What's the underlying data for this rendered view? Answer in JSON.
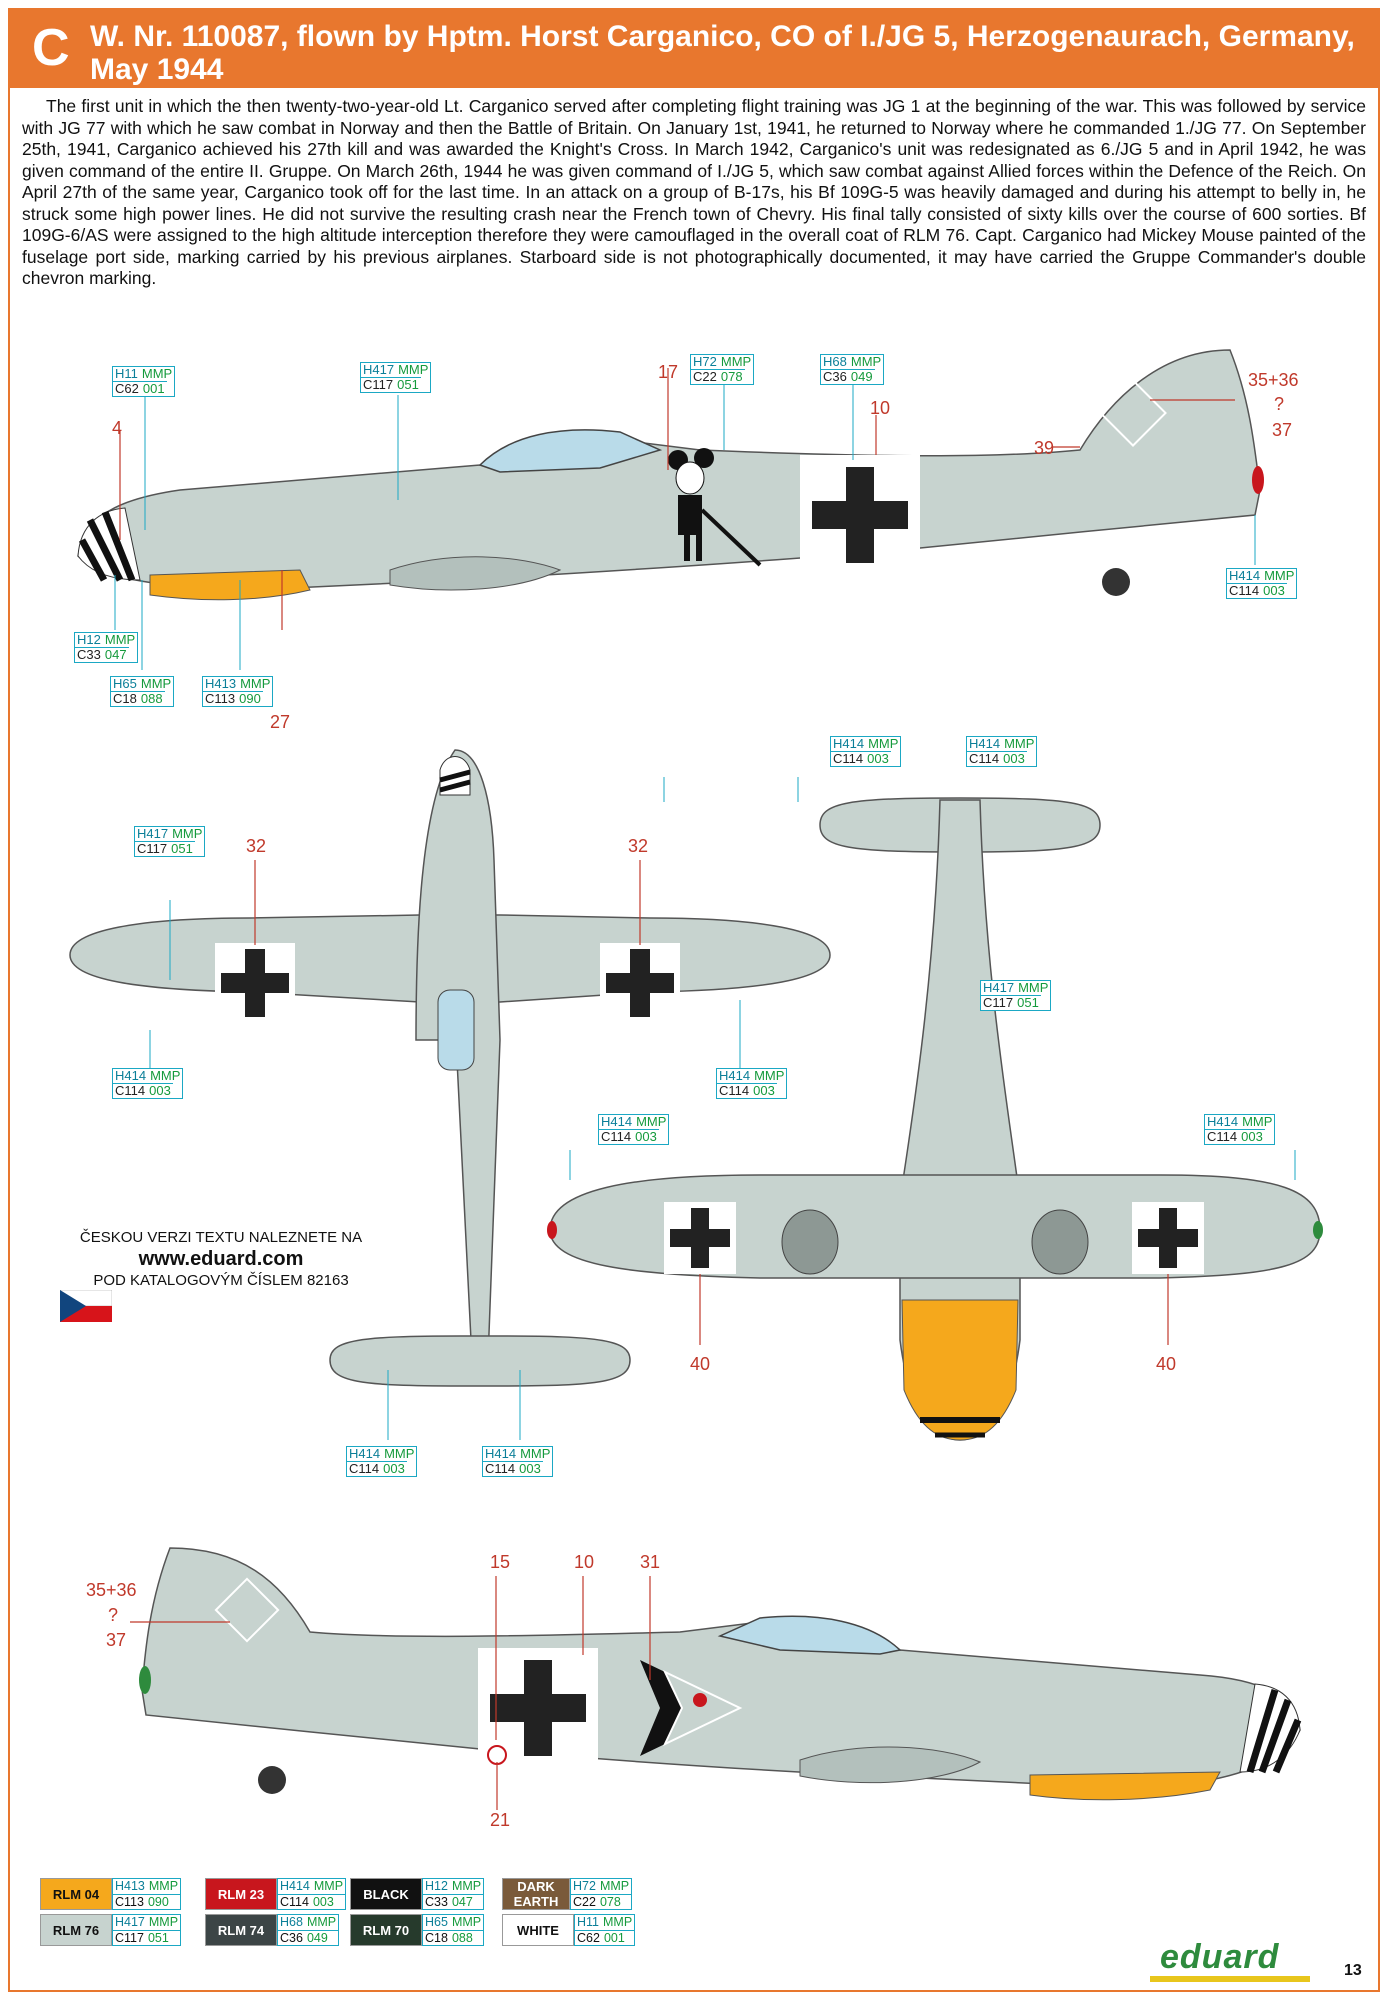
{
  "header": {
    "letter": "C",
    "title": "W. Nr. 110087, flown by Hptm. Horst Carganico, CO of I./JG 5, Herzogenaurach, Germany, May 1944"
  },
  "intro": "The first unit in which the then twenty-two-year-old Lt. Carganico served after completing flight training was JG 1 at the beginning of the war. This was followed by service with JG 77 with which he saw combat in Norway and then the Battle of Britain. On January 1st, 1941, he returned to Norway where he commanded 1./JG 77. On September 25th, 1941, Carganico achieved his 27th kill and was awarded the Knight's Cross. In March 1942, Carganico's unit was redesignated as 6./JG 5 and in April 1942, he was given command of the entire II. Gruppe. On March 26th, 1944 he was given command of I./JG 5, which saw combat against Allied forces within the Defence of the Reich. On April 27th of the same year, Carganico took off for the last time. In an attack on a group of B-17s, his Bf 109G-5 was heavily damaged and during his attempt to belly in, he struck some high power lines. He did not survive the resulting crash near the French town of Chevry. His final tally consisted of sixty kills over the course of 600 sorties. Bf 109G-6/AS were assigned to the high altitude interception therefore they were camouflaged in the overall coat of RLM 76. Capt. Carganico had Mickey Mouse painted of the fuselage port side, marking carried by his previous airplanes. Starboard side is not photographically documented, it may have carried the Gruppe Commander's double chevron marking.",
  "mmp": "MMP",
  "callouts": {
    "port_side": [
      {
        "h": "H11",
        "c": "C62",
        "n": "001"
      },
      {
        "h": "H417",
        "c": "C117",
        "n": "051"
      },
      {
        "h": "H72",
        "c": "C22",
        "n": "078"
      },
      {
        "h": "H68",
        "c": "C36",
        "n": "049"
      },
      {
        "h": "H414",
        "c": "C114",
        "n": "003"
      },
      {
        "h": "H12",
        "c": "C33",
        "n": "047"
      },
      {
        "h": "H65",
        "c": "C18",
        "n": "088"
      },
      {
        "h": "H413",
        "c": "C113",
        "n": "090"
      }
    ],
    "top_view": [
      {
        "h": "H417",
        "c": "C117",
        "n": "051"
      },
      {
        "h": "H414",
        "c": "C114",
        "n": "003"
      },
      {
        "h": "H414",
        "c": "C114",
        "n": "003"
      },
      {
        "h": "H414",
        "c": "C114",
        "n": "003"
      },
      {
        "h": "H414",
        "c": "C114",
        "n": "003"
      }
    ],
    "bottom_view": [
      {
        "h": "H414",
        "c": "C114",
        "n": "003"
      },
      {
        "h": "H414",
        "c": "C114",
        "n": "003"
      },
      {
        "h": "H417",
        "c": "C117",
        "n": "051"
      },
      {
        "h": "H414",
        "c": "C114",
        "n": "003"
      },
      {
        "h": "H414",
        "c": "C114",
        "n": "003"
      }
    ]
  },
  "numbers": {
    "port_side": [
      "4",
      "17",
      "10",
      "35+36",
      "?",
      "37",
      "39",
      "27"
    ],
    "top_view": [
      "32",
      "32"
    ],
    "bottom_view": [
      "40",
      "40"
    ],
    "starboard_side": [
      "35+36",
      "?",
      "37",
      "15",
      "10",
      "31",
      "21"
    ]
  },
  "czech": {
    "line1": "ČESKOU VERZI TEXTU NALEZNETE NA",
    "url": "www.eduard.com",
    "line2": "POD KATALOGOVÝM ČÍSLEM 82163"
  },
  "legend": [
    {
      "name": "RLM 04",
      "bg": "#f5a81c",
      "fg": "#111",
      "h": "H413",
      "c": "C113",
      "n": "090"
    },
    {
      "name": "RLM 23",
      "bg": "#c8161d",
      "fg": "#fff",
      "h": "H414",
      "c": "C114",
      "n": "003"
    },
    {
      "name": "BLACK",
      "bg": "#111111",
      "fg": "#fff",
      "h": "H12",
      "c": "C33",
      "n": "047"
    },
    {
      "name": "DARK EARTH",
      "bg": "#7a5a3a",
      "fg": "#fff",
      "h": "H72",
      "c": "C22",
      "n": "078"
    },
    {
      "name": "RLM 76",
      "bg": "#c7d3cf",
      "fg": "#111",
      "h": "H417",
      "c": "C117",
      "n": "051"
    },
    {
      "name": "RLM 74",
      "bg": "#3c4546",
      "fg": "#fff",
      "h": "H68",
      "c": "C36",
      "n": "049"
    },
    {
      "name": "RLM 70",
      "bg": "#263a2c",
      "fg": "#fff",
      "h": "H65",
      "c": "C18",
      "n": "088"
    },
    {
      "name": "WHITE",
      "bg": "#ffffff",
      "fg": "#111",
      "h": "H11",
      "c": "C62",
      "n": "001"
    }
  ],
  "logo": "eduard",
  "page_number": "13",
  "colors": {
    "header_orange": "#e8772e",
    "rlm76": "#c7d3cf",
    "yellow": "#f5a81c",
    "callout_red": "#c0392b",
    "code_blue": "#0b7f98",
    "code_green": "#159a3c"
  }
}
